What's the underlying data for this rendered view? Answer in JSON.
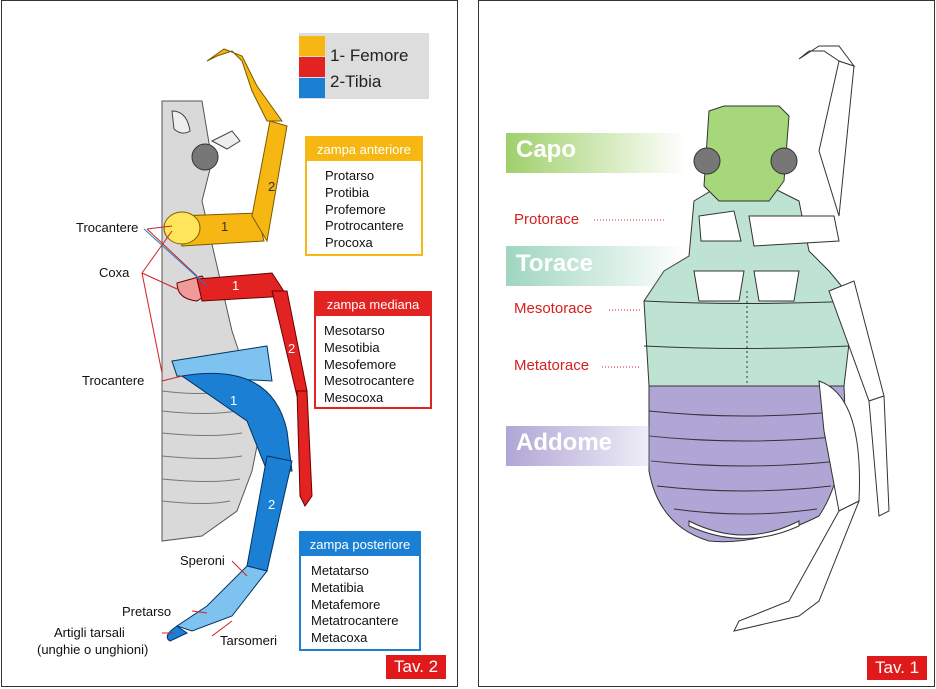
{
  "legend": [
    {
      "label": "1- Femore",
      "color": "#f6b712"
    },
    {
      "label": "2-Tibia",
      "color": "#e32222"
    },
    {
      "label": "",
      "color": "#1b7fd4"
    }
  ],
  "boxes": {
    "anterior": {
      "title": "zampa anteriore",
      "color": "#f6b712",
      "items": [
        "Protarso",
        "Protibia",
        "Profemore",
        "Protrocantere",
        "Procoxa"
      ]
    },
    "median": {
      "title": "zampa mediana",
      "color": "#e32222",
      "items": [
        "Mesotarso",
        "Mesotibia",
        "Mesofemore",
        "Mesotrocantere",
        "Mesocoxa"
      ]
    },
    "posterior": {
      "title": "zampa posteriore",
      "color": "#1b7fd4",
      "items": [
        "Metatarso",
        "Metatibia",
        "Metafemore",
        "Metatrocantere",
        "Metacoxa"
      ]
    }
  },
  "left_labels": {
    "trocantere1": "Trocantere",
    "coxa": "Coxa",
    "trocantere2": "Trocantere",
    "speroni": "Speroni",
    "pretarso": "Pretarso",
    "artigli_l1": "Artigli tarsali",
    "artigli_l2": "(unghie o unghioni)",
    "tarsomeri": "Tarsomeri"
  },
  "seg_numbers": {
    "one": "1",
    "two": "2"
  },
  "tav_left": "Tav. 2",
  "tav_right": "Tav. 1",
  "regions": {
    "capo": {
      "label": "Capo",
      "color": "#9fd06a"
    },
    "torace": {
      "label": "Torace",
      "color": "#9fd6bf"
    },
    "addome": {
      "label": "Addome",
      "color": "#b0a6d6"
    }
  },
  "sublabels": {
    "protorace": "Protorace",
    "mesotorace": "Mesotorace",
    "metatorace": "Metatorace"
  }
}
